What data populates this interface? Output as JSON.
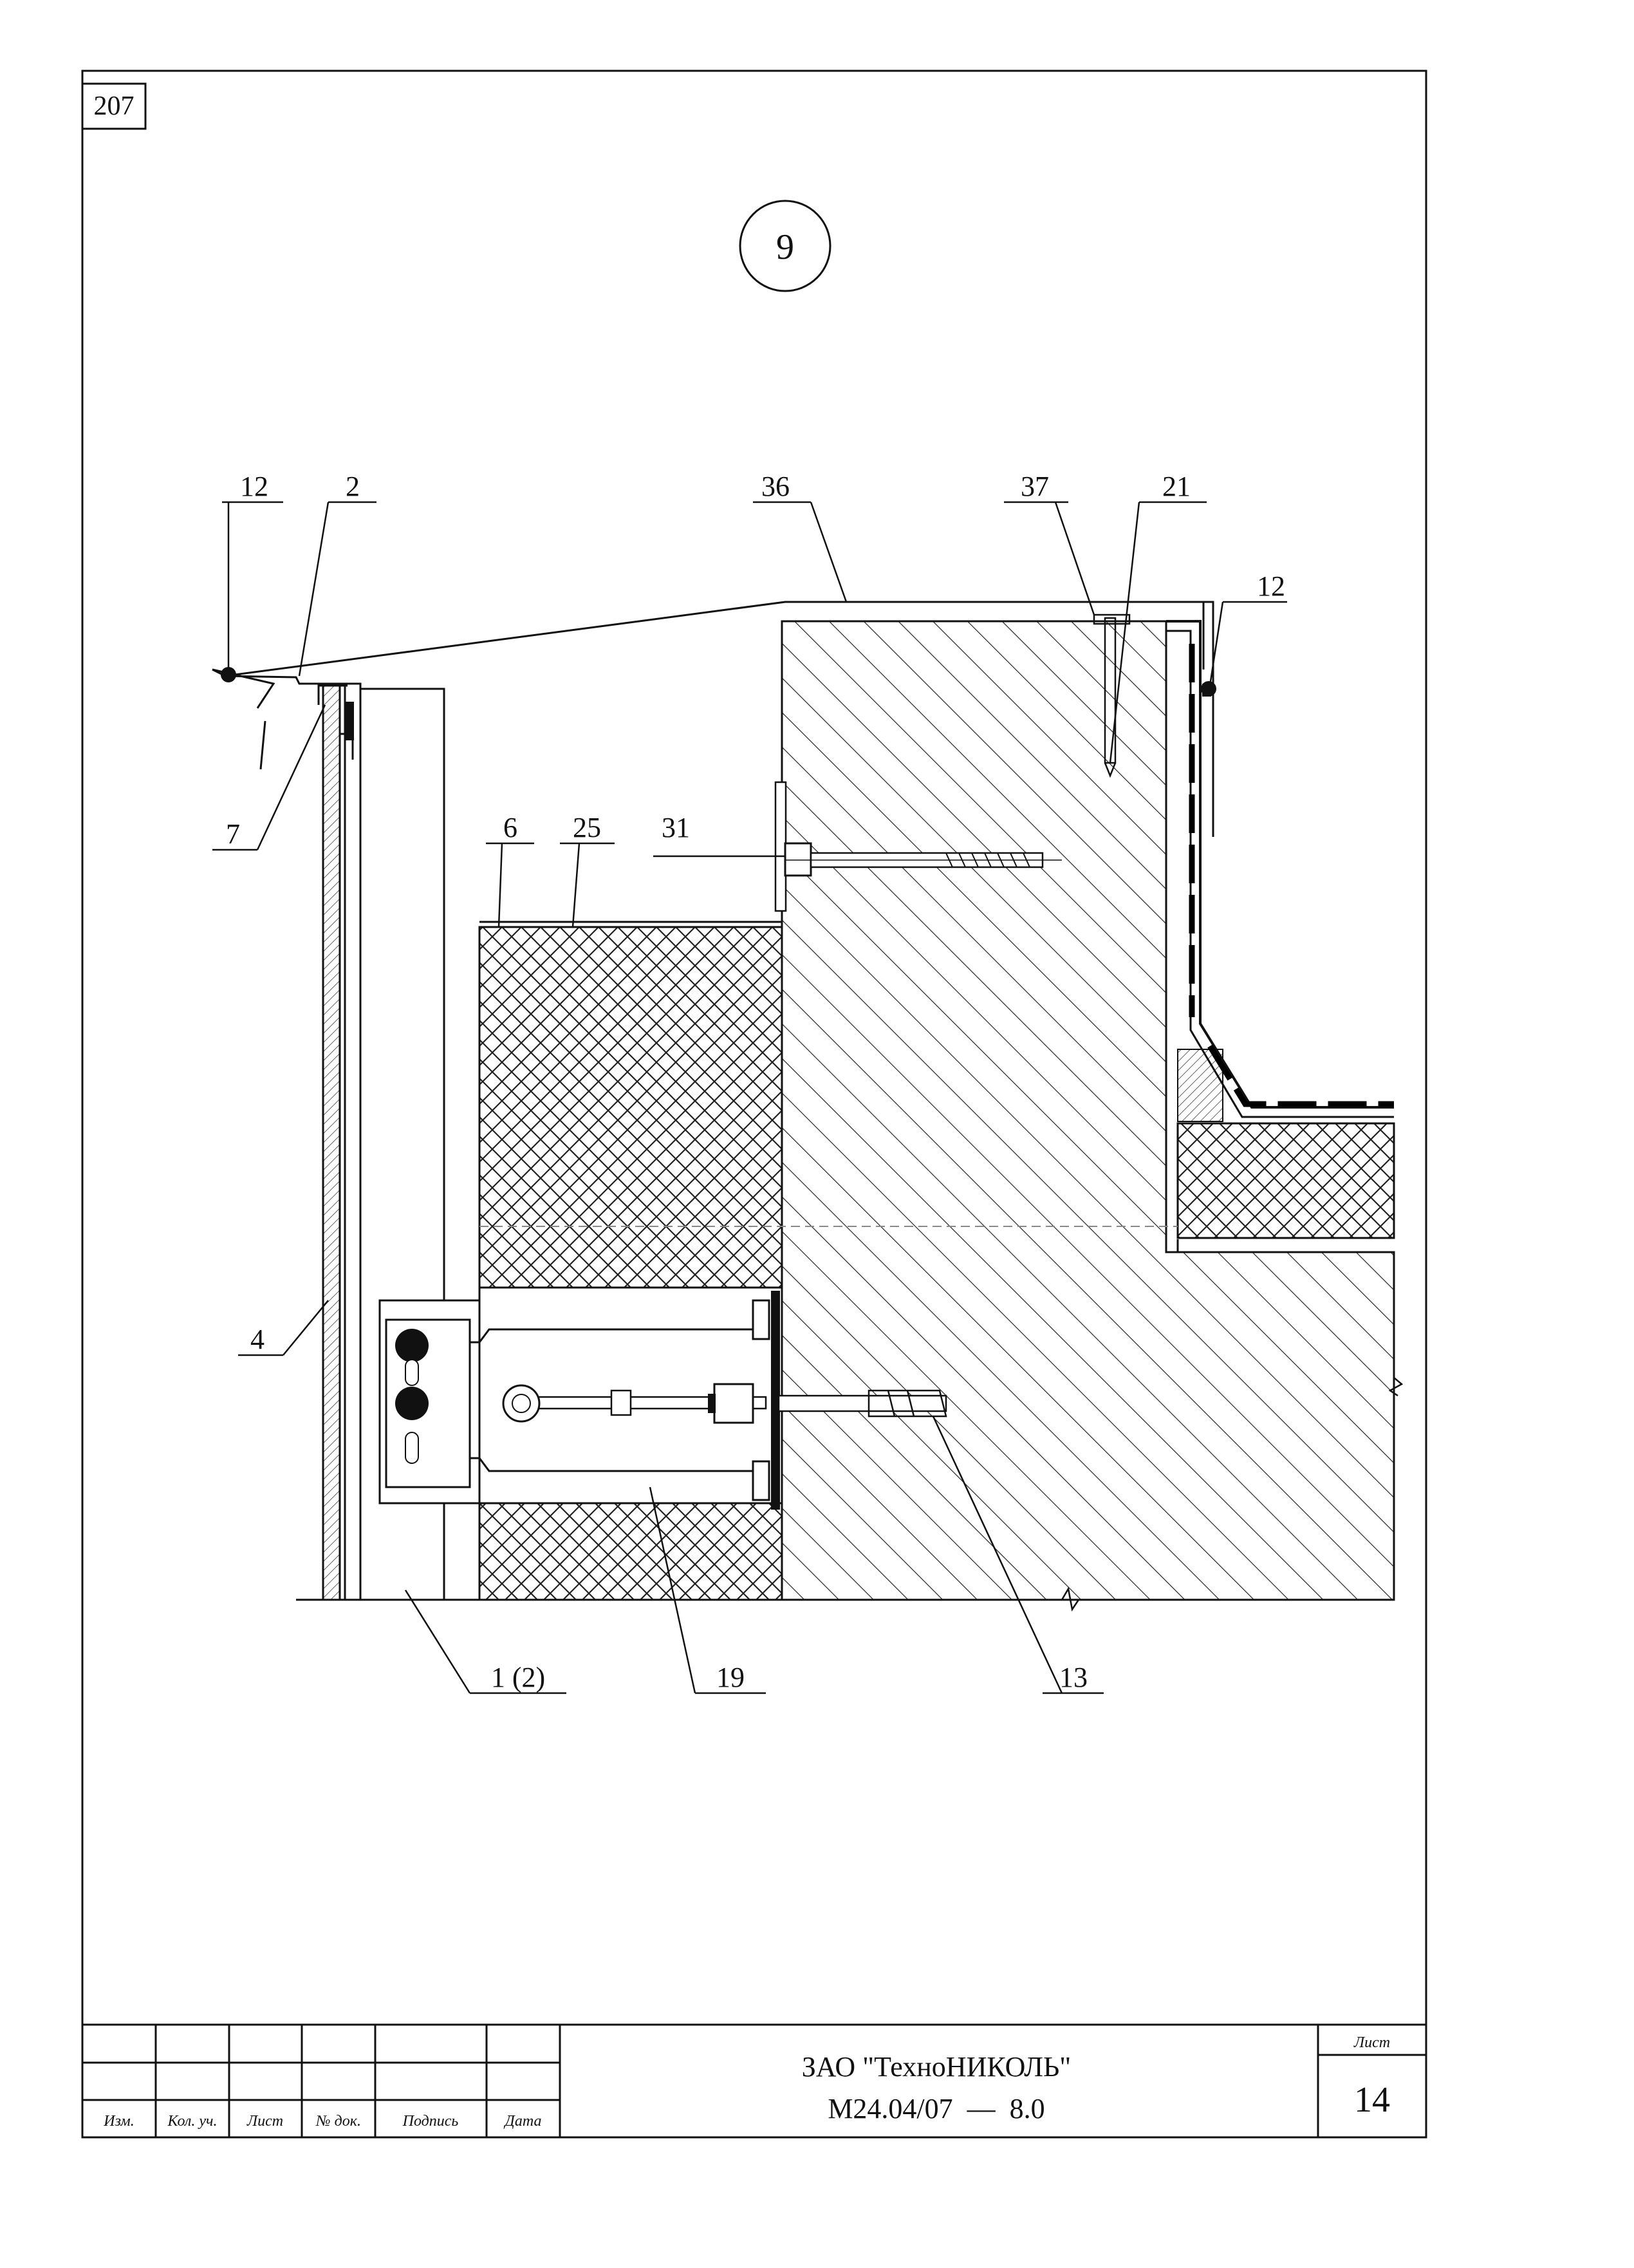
{
  "sheet_id": "207",
  "detail_number": "9",
  "callouts": {
    "c12a": "12",
    "c2": "2",
    "c36": "36",
    "c37": "37",
    "c21": "21",
    "c12b": "12",
    "c7": "7",
    "c6": "6",
    "c25": "25",
    "c31": "31",
    "c4": "4",
    "c1_2": "1 (2)",
    "c19": "19",
    "c13": "13"
  },
  "title_block": {
    "columns": [
      "Изм.",
      "Кол. уч.",
      "Лист",
      "№ док.",
      "Подпись",
      "Дата"
    ],
    "company": "ЗАО \"ТехноНИКОЛЬ\"",
    "document_code": "М24.04/07  —  8.0",
    "sheet_label": "Лист",
    "sheet_number": "14"
  }
}
